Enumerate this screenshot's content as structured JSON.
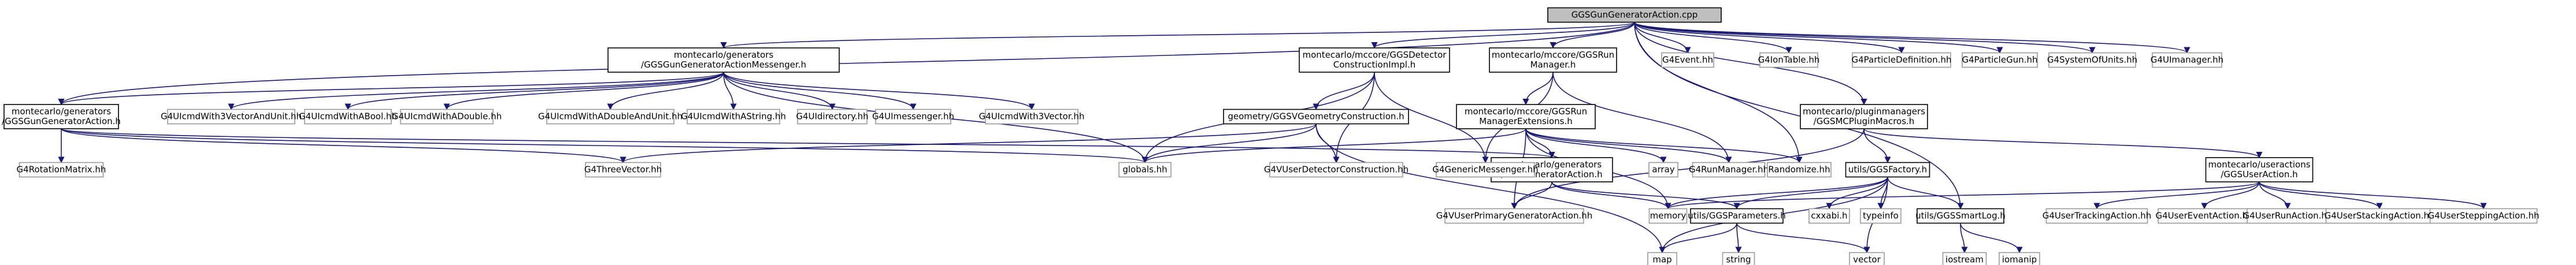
{
  "nodes": [
    {
      "id": "root",
      "lines": [
        "GGSGunGeneratorAction.cpp"
      ],
      "root": true
    },
    {
      "id": "gunmsg_h",
      "lines": [
        "montecarlo/generators",
        "/GGSGunGeneratorActionMessenger.h"
      ],
      "boxed": true
    },
    {
      "id": "detcons_h",
      "lines": [
        "montecarlo/mccore/GGSDetector",
        "ConstructionImpl.h"
      ],
      "boxed": true
    },
    {
      "id": "runmgr_h",
      "lines": [
        "montecarlo/mccore/GGSRun",
        "Manager.h"
      ],
      "boxed": true
    },
    {
      "id": "g4event",
      "lines": [
        "G4Event.hh"
      ]
    },
    {
      "id": "g4iontable",
      "lines": [
        "G4IonTable.hh"
      ]
    },
    {
      "id": "g4partdef",
      "lines": [
        "G4ParticleDefinition.hh"
      ]
    },
    {
      "id": "g4partgun",
      "lines": [
        "G4ParticleGun.hh"
      ]
    },
    {
      "id": "g4sysunits",
      "lines": [
        "G4SystemOfUnits.hh"
      ]
    },
    {
      "id": "g4uimanager",
      "lines": [
        "G4UImanager.hh"
      ]
    },
    {
      "id": "gungen_h",
      "lines": [
        "montecarlo/generators",
        "/GGSGunGeneratorAction.h"
      ],
      "boxed": true
    },
    {
      "id": "ui3vecunit",
      "lines": [
        "G4UIcmdWith3VectorAndUnit.hh"
      ]
    },
    {
      "id": "uibool",
      "lines": [
        "G4UIcmdWithABool.hh"
      ]
    },
    {
      "id": "uidouble",
      "lines": [
        "G4UIcmdWithADouble.hh"
      ]
    },
    {
      "id": "uidoubleunit",
      "lines": [
        "G4UIcmdWithADoubleAndUnit.hh"
      ]
    },
    {
      "id": "uistring",
      "lines": [
        "G4UIcmdWithAString.hh"
      ]
    },
    {
      "id": "uidirectory",
      "lines": [
        "G4UIdirectory.hh"
      ]
    },
    {
      "id": "uimessenger",
      "lines": [
        "G4UImessenger.hh"
      ]
    },
    {
      "id": "ui3vec",
      "lines": [
        "G4UIcmdWith3Vector.hh"
      ]
    },
    {
      "id": "geomcons_h",
      "lines": [
        "geometry/GGSVGeometryConstruction.h"
      ],
      "boxed": true
    },
    {
      "id": "runmgrext_h",
      "lines": [
        "montecarlo/mccore/GGSRun",
        "ManagerExtensions.h"
      ],
      "boxed": true
    },
    {
      "id": "plugins_h",
      "lines": [
        "montecarlo/pluginmanagers",
        "/GGSMCPluginMacros.h"
      ],
      "boxed": true
    },
    {
      "id": "g4rotmatrix",
      "lines": [
        "G4RotationMatrix.hh"
      ]
    },
    {
      "id": "g4threevec",
      "lines": [
        "G4ThreeVector.hh"
      ]
    },
    {
      "id": "globals",
      "lines": [
        "globals.hh"
      ]
    },
    {
      "id": "gengen_h",
      "lines": [
        "montecarlo/generators",
        "/GGSGeneratorAction.h"
      ],
      "boxed": true
    },
    {
      "id": "g4vuserdet",
      "lines": [
        "G4VUserDetectorConstruction.hh"
      ]
    },
    {
      "id": "g4genmsg",
      "lines": [
        "G4GenericMessenger.hh"
      ]
    },
    {
      "id": "array",
      "lines": [
        "array"
      ]
    },
    {
      "id": "g4runmgr",
      "lines": [
        "G4RunManager.hh"
      ]
    },
    {
      "id": "randomize",
      "lines": [
        "Randomize.hh"
      ]
    },
    {
      "id": "factory_h",
      "lines": [
        "utils/GGSFactory.h"
      ],
      "boxed": true
    },
    {
      "id": "useraction_h",
      "lines": [
        "montecarlo/useractions",
        "/GGSUserAction.h"
      ],
      "boxed": true
    },
    {
      "id": "g4vuserprim",
      "lines": [
        "G4VUserPrimaryGeneratorAction.hh"
      ]
    },
    {
      "id": "memory",
      "lines": [
        "memory"
      ]
    },
    {
      "id": "params_h",
      "lines": [
        "utils/GGSParameters.h"
      ],
      "boxed": true
    },
    {
      "id": "cxxabi",
      "lines": [
        "cxxabi.h"
      ]
    },
    {
      "id": "typeinfo",
      "lines": [
        "typeinfo"
      ]
    },
    {
      "id": "smartlog_h",
      "lines": [
        "utils/GGSSmartLog.h"
      ],
      "boxed": true
    },
    {
      "id": "g4usertracking",
      "lines": [
        "G4UserTrackingAction.hh"
      ]
    },
    {
      "id": "g4userevent",
      "lines": [
        "G4UserEventAction.hh"
      ]
    },
    {
      "id": "g4userrun",
      "lines": [
        "G4UserRunAction.hh"
      ]
    },
    {
      "id": "g4userstacking",
      "lines": [
        "G4UserStackingAction.hh"
      ]
    },
    {
      "id": "g4userstepping",
      "lines": [
        "G4UserSteppingAction.hh"
      ]
    },
    {
      "id": "map",
      "lines": [
        "map"
      ]
    },
    {
      "id": "string",
      "lines": [
        "string"
      ]
    },
    {
      "id": "vector",
      "lines": [
        "vector"
      ]
    },
    {
      "id": "iostream",
      "lines": [
        "iostream"
      ]
    },
    {
      "id": "iomanip",
      "lines": [
        "iomanip"
      ]
    }
  ],
  "edges": [
    [
      "root",
      "gunmsg_h"
    ],
    [
      "root",
      "detcons_h"
    ],
    [
      "root",
      "runmgr_h"
    ],
    [
      "root",
      "g4event"
    ],
    [
      "root",
      "g4iontable"
    ],
    [
      "root",
      "g4partdef"
    ],
    [
      "root",
      "g4partgun"
    ],
    [
      "root",
      "g4sysunits"
    ],
    [
      "root",
      "g4uimanager"
    ],
    [
      "root",
      "gungen_h"
    ],
    [
      "root",
      "plugins_h"
    ],
    [
      "root",
      "smartlog_h"
    ],
    [
      "root",
      "randomize"
    ],
    [
      "gunmsg_h",
      "gungen_h"
    ],
    [
      "gunmsg_h",
      "ui3vecunit"
    ],
    [
      "gunmsg_h",
      "uibool"
    ],
    [
      "gunmsg_h",
      "uidouble"
    ],
    [
      "gunmsg_h",
      "uidoubleunit"
    ],
    [
      "gunmsg_h",
      "uistring"
    ],
    [
      "gunmsg_h",
      "uidirectory"
    ],
    [
      "gunmsg_h",
      "uimessenger"
    ],
    [
      "gunmsg_h",
      "ui3vec"
    ],
    [
      "gunmsg_h",
      "globals"
    ],
    [
      "gungen_h",
      "g4rotmatrix"
    ],
    [
      "gungen_h",
      "g4threevec"
    ],
    [
      "gungen_h",
      "globals"
    ],
    [
      "gungen_h",
      "gengen_h"
    ],
    [
      "detcons_h",
      "geomcons_h"
    ],
    [
      "detcons_h",
      "g4vuserdet"
    ],
    [
      "detcons_h",
      "g4genmsg"
    ],
    [
      "detcons_h",
      "globals"
    ],
    [
      "geomcons_h",
      "g4threevec"
    ],
    [
      "geomcons_h",
      "globals"
    ],
    [
      "geomcons_h",
      "g4vuserdet"
    ],
    [
      "geomcons_h",
      "map"
    ],
    [
      "runmgr_h",
      "runmgrext_h"
    ],
    [
      "runmgr_h",
      "g4runmgr"
    ],
    [
      "runmgr_h",
      "g4genmsg"
    ],
    [
      "runmgrext_h",
      "gengen_h"
    ],
    [
      "runmgrext_h",
      "globals"
    ],
    [
      "runmgrext_h",
      "array"
    ],
    [
      "runmgrext_h",
      "g4runmgr"
    ],
    [
      "runmgrext_h",
      "randomize"
    ],
    [
      "runmgrext_h",
      "g4vuserprim"
    ],
    [
      "runmgrext_h",
      "memory"
    ],
    [
      "gengen_h",
      "g4vuserprim"
    ],
    [
      "gengen_h",
      "memory"
    ],
    [
      "gengen_h",
      "params_h"
    ],
    [
      "plugins_h",
      "factory_h"
    ],
    [
      "plugins_h",
      "useraction_h"
    ],
    [
      "plugins_h",
      "g4vuserprim"
    ],
    [
      "factory_h",
      "memory"
    ],
    [
      "factory_h",
      "params_h"
    ],
    [
      "factory_h",
      "cxxabi"
    ],
    [
      "factory_h",
      "typeinfo"
    ],
    [
      "factory_h",
      "smartlog_h"
    ],
    [
      "factory_h",
      "map"
    ],
    [
      "factory_h",
      "vector"
    ],
    [
      "useraction_h",
      "g4usertracking"
    ],
    [
      "useraction_h",
      "g4userevent"
    ],
    [
      "useraction_h",
      "g4userrun"
    ],
    [
      "useraction_h",
      "g4userstacking"
    ],
    [
      "useraction_h",
      "g4userstepping"
    ],
    [
      "useraction_h",
      "memory"
    ],
    [
      "params_h",
      "map"
    ],
    [
      "params_h",
      "string"
    ],
    [
      "params_h",
      "vector"
    ],
    [
      "smartlog_h",
      "iostream"
    ],
    [
      "smartlog_h",
      "iomanip"
    ]
  ]
}
